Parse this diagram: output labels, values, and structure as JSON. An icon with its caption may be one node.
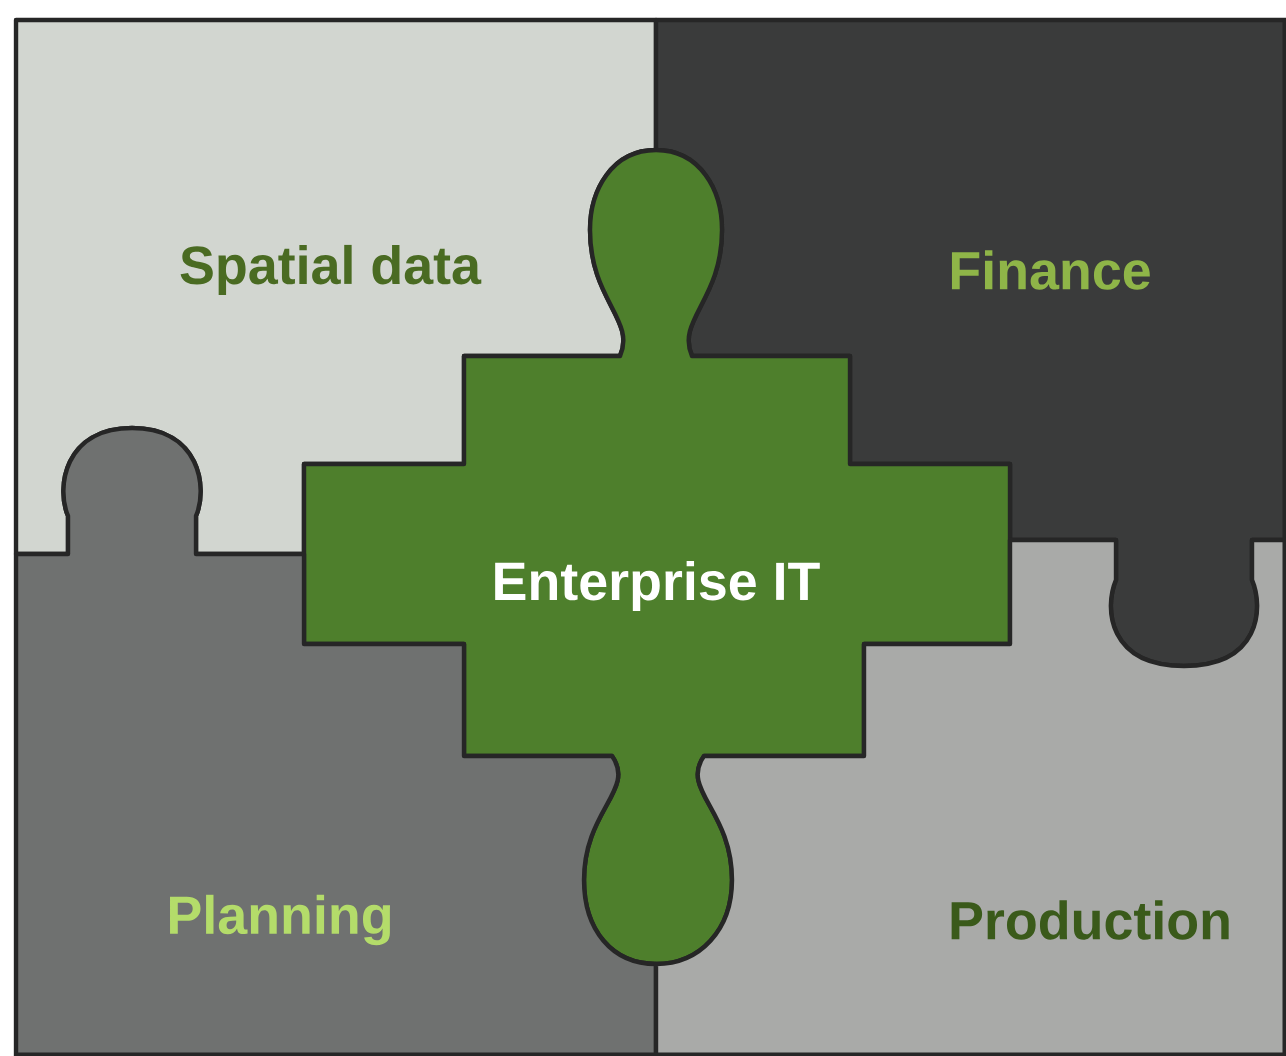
{
  "diagram": {
    "nodes": [
      {
        "text": [
          "Spatial data"
        ]
      },
      {
        "text": [
          "Finance"
        ]
      },
      {
        "text": [
          "Enterprise IT"
        ]
      },
      {
        "text": [
          "Planning"
        ]
      },
      {
        "text": [
          "Production"
        ]
      }
    ]
  }
}
